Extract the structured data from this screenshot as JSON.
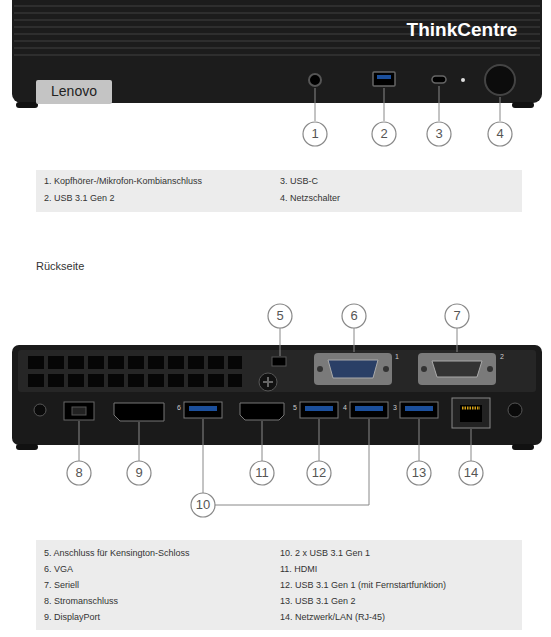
{
  "diagram": {
    "labels": [
      "ThinkCentre",
      "Lenovo",
      "1",
      "2",
      "3",
      "4",
      "1. Kopfhörer-/Mikrofon-Kombianschluss",
      "2. USB 3.1 Gen 2",
      "3. USB-C",
      "4. Netzschalter",
      "Rückseite",
      "1",
      "2",
      "6",
      "5",
      "4",
      "3",
      "5",
      "6",
      "7",
      "8",
      "9",
      "10",
      "11",
      "12",
      "13",
      "14",
      "5. Anschluss für Kensington-Schloss",
      "6. VGA",
      "7. Seriell",
      "8. Stromanschluss",
      "9. DisplayPort",
      "10. 2 x USB 3.1 Gen 1",
      "11. HDMI",
      "12. USB 3.1 Gen 1 (mit Fernstartfunktion)",
      "13. USB 3.1 Gen 2",
      "14. Netzwerk/LAN (RJ-45)"
    ]
  }
}
